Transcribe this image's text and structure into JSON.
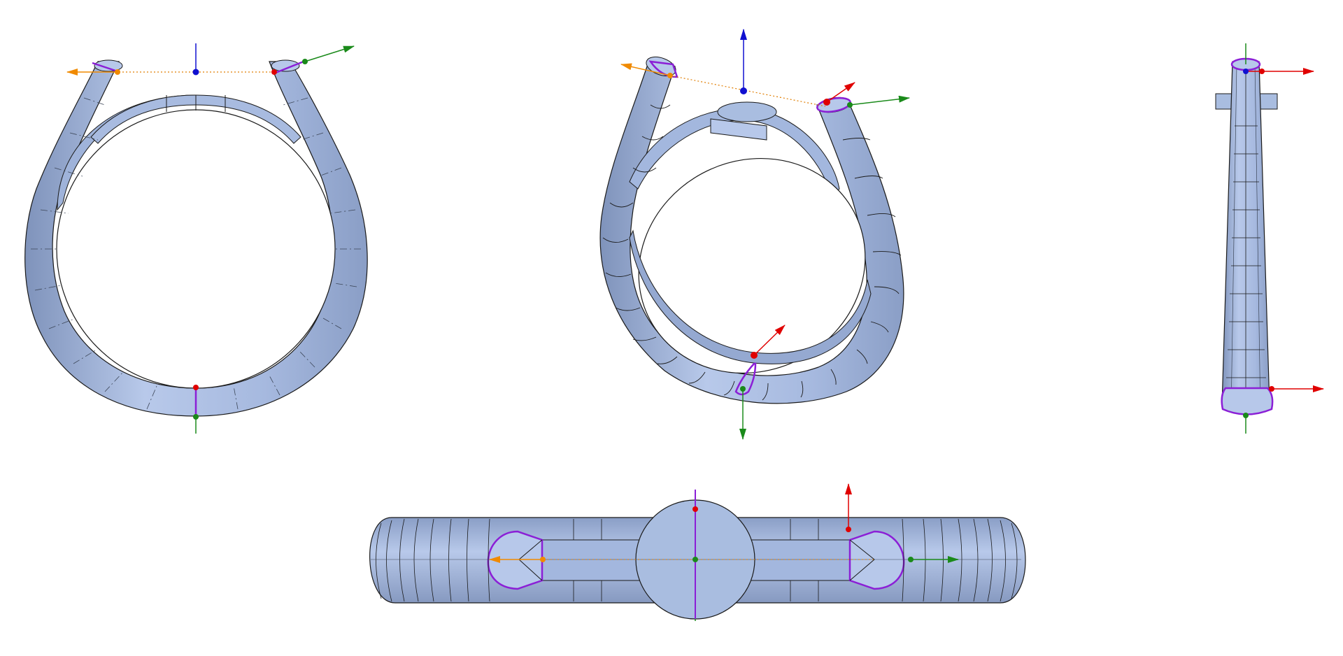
{
  "scene": {
    "background": "#ffffff",
    "views": [
      {
        "id": "front",
        "name": "front-view"
      },
      {
        "id": "iso",
        "name": "isometric-view"
      },
      {
        "id": "side",
        "name": "side-view"
      },
      {
        "id": "top",
        "name": "top-view"
      }
    ],
    "colors": {
      "surface": "#a9bde0",
      "surface_dark": "#8fa4cb",
      "surface_light": "#c3d2ee",
      "edge": "#1a1a1a",
      "isoline": "#3c4658",
      "profile": "#8b1fd6",
      "axis_x": "#e00000",
      "axis_y": "#1a8a1a",
      "axis_z": "#1010d0",
      "axis_orange": "#f08a00",
      "guide_dotted": "#e07d00"
    },
    "icons": [
      "gizmo-arrow-x",
      "gizmo-arrow-y",
      "gizmo-arrow-z",
      "gizmo-arrow-orange",
      "profile-curve"
    ]
  }
}
